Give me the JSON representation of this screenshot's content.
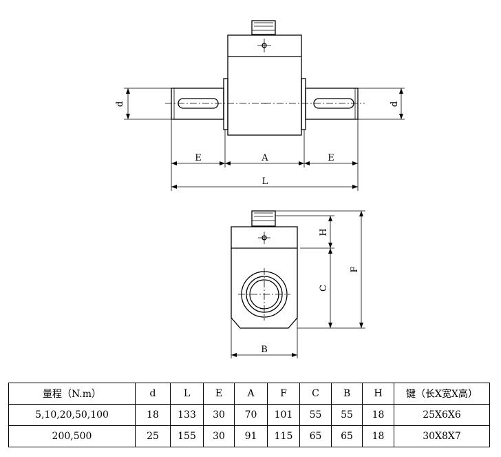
{
  "dimension_labels": {
    "d_left": "d",
    "d_right": "d",
    "E_left": "E",
    "A": "A",
    "E_right": "E",
    "L": "L",
    "H": "H",
    "C": "C",
    "F": "F",
    "B": "B"
  },
  "table": {
    "headers": [
      "量程（N.m）",
      "d",
      "L",
      "E",
      "A",
      "F",
      "C",
      "B",
      "H",
      "键（长X宽X高）"
    ],
    "rows": [
      [
        "5,10,20,50,100",
        "18",
        "133",
        "30",
        "70",
        "101",
        "55",
        "55",
        "18",
        "25X6X6"
      ],
      [
        "200,500",
        "25",
        "155",
        "30",
        "91",
        "115",
        "65",
        "65",
        "18",
        "30X8X7"
      ]
    ]
  }
}
